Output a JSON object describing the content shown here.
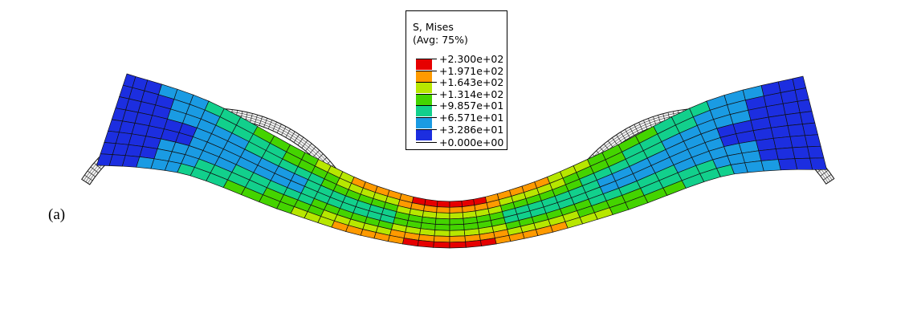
{
  "legend": {
    "title": "S, Mises",
    "subtitle": "(Avg: 75%)",
    "levels": [
      {
        "value": "+2.300e+02",
        "color": "#e60000"
      },
      {
        "value": "+1.971e+02",
        "color": "#ff9a00"
      },
      {
        "value": "+1.643e+02",
        "color": "#b7e700"
      },
      {
        "value": "+1.314e+02",
        "color": "#44d400"
      },
      {
        "value": "+9.857e+01",
        "color": "#12d08c"
      },
      {
        "value": "+6.571e+01",
        "color": "#1a9be3"
      },
      {
        "value": "+3.286e+01",
        "color": "#1c2ee0"
      }
    ],
    "bottom_value": "+0.000e+00"
  },
  "panel_label": "(a)",
  "colors": {
    "mesh_line": "#111111",
    "support_fill": "#f2f2f2",
    "red": "#e60000",
    "orange": "#ff9a00",
    "yellow_green": "#b7e700",
    "green": "#44d400",
    "teal": "#12d08c",
    "light_blue": "#1a9be3",
    "blue": "#1c2ee0"
  }
}
